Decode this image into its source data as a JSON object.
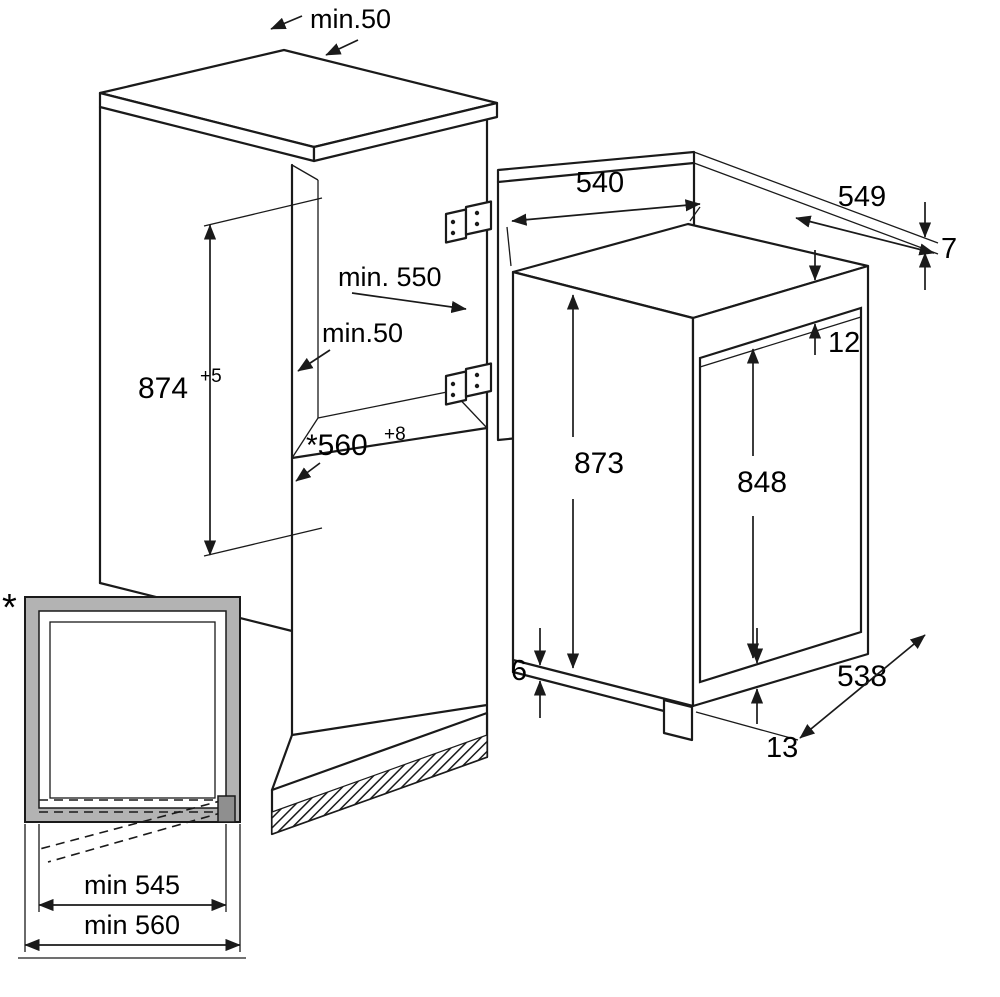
{
  "dimensions": {
    "top_clearance": "min.50",
    "niche_depth": "min. 550",
    "rear_clearance": "min.50",
    "niche_height": "874",
    "niche_height_tolerance": "+5",
    "niche_width": "*560",
    "niche_width_tolerance": "+8",
    "top_depth": "540",
    "top_width": "549",
    "top_gap": "7",
    "door_top_gap": "12",
    "appliance_height": "873",
    "door_height": "848",
    "bottom_front_gap": "6",
    "appliance_depth": "538",
    "door_bottom_gap": "13",
    "front_inner_width": "min 545",
    "front_outer_width": "min 560",
    "footnote_marker": "*"
  },
  "colors": {
    "line": "#1a1a1a",
    "frame_gray": "#b3b3b3",
    "hinge_gray": "#8f8f8f",
    "background": "#ffffff"
  }
}
